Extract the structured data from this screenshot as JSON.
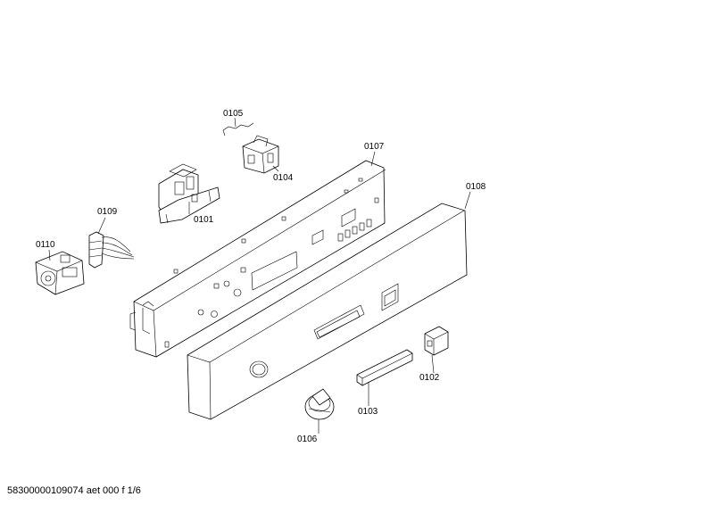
{
  "labels": {
    "p0101": "0101",
    "p0102": "0102",
    "p0103": "0103",
    "p0104": "0104",
    "p0105": "0105",
    "p0106": "0106",
    "p0107": "0107",
    "p0108": "0108",
    "p0109": "0109",
    "p0110": "0110"
  },
  "footer": "58300000109074 aet 000 f 1/6"
}
